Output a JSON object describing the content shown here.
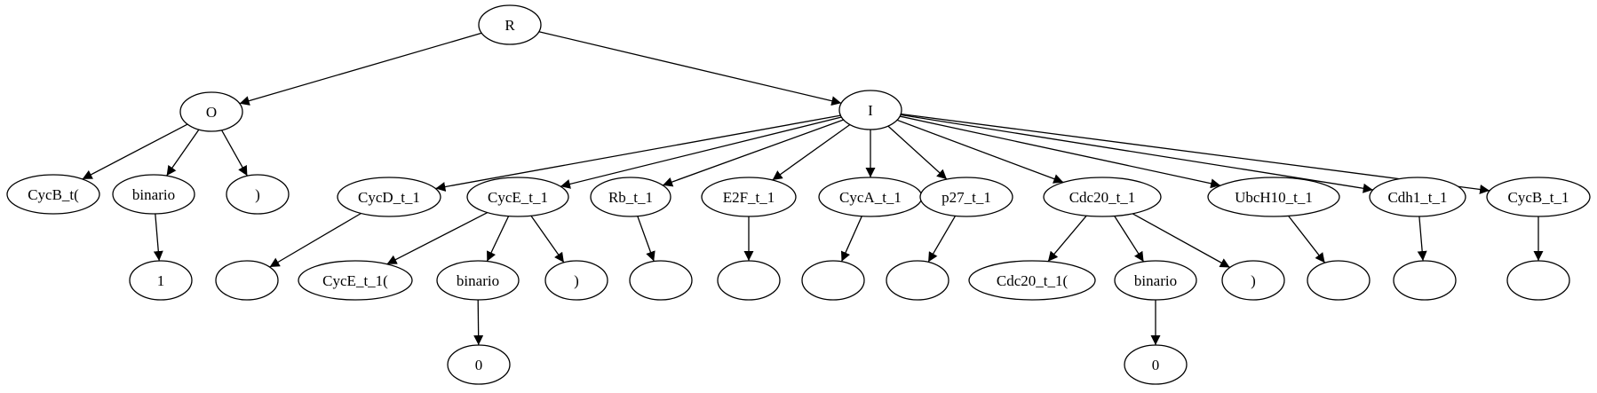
{
  "diagram": {
    "type": "tree",
    "nodes": [
      {
        "id": "R",
        "label": "R"
      },
      {
        "id": "O",
        "label": "O"
      },
      {
        "id": "I",
        "label": "I"
      },
      {
        "id": "O_cycb",
        "label": "CycB_t("
      },
      {
        "id": "O_bin",
        "label": "binario"
      },
      {
        "id": "O_paren",
        "label": ")"
      },
      {
        "id": "O_one",
        "label": "1"
      },
      {
        "id": "I_cycd",
        "label": "CycD_t_1"
      },
      {
        "id": "I_cyce",
        "label": "CycE_t_1"
      },
      {
        "id": "I_rb",
        "label": "Rb_t_1"
      },
      {
        "id": "I_e2f",
        "label": "E2F_t_1"
      },
      {
        "id": "I_cyca",
        "label": "CycA_t_1"
      },
      {
        "id": "I_p27",
        "label": "p27_t_1"
      },
      {
        "id": "I_cdc20",
        "label": "Cdc20_t_1"
      },
      {
        "id": "I_ubch10",
        "label": "UbcH10_t_1"
      },
      {
        "id": "I_cdh1",
        "label": "Cdh1_t_1"
      },
      {
        "id": "I_cycb",
        "label": "CycB_t_1"
      },
      {
        "id": "cycd_e",
        "label": ""
      },
      {
        "id": "cyce_open",
        "label": "CycE_t_1("
      },
      {
        "id": "cyce_bin",
        "label": "binario"
      },
      {
        "id": "cyce_paren",
        "label": ")"
      },
      {
        "id": "cyce_zero",
        "label": "0"
      },
      {
        "id": "rb_e",
        "label": ""
      },
      {
        "id": "e2f_e",
        "label": ""
      },
      {
        "id": "cyca_e",
        "label": ""
      },
      {
        "id": "p27_e",
        "label": ""
      },
      {
        "id": "cdc20_open",
        "label": "Cdc20_t_1("
      },
      {
        "id": "cdc20_bin",
        "label": "binario"
      },
      {
        "id": "cdc20_paren",
        "label": ")"
      },
      {
        "id": "cdc20_zero",
        "label": "0"
      },
      {
        "id": "ubch10_e",
        "label": ""
      },
      {
        "id": "cdh1_e",
        "label": ""
      },
      {
        "id": "cycb_e",
        "label": ""
      }
    ],
    "edges": [
      [
        "R",
        "O"
      ],
      [
        "R",
        "I"
      ],
      [
        "O",
        "O_cycb"
      ],
      [
        "O",
        "O_bin"
      ],
      [
        "O",
        "O_paren"
      ],
      [
        "O_bin",
        "O_one"
      ],
      [
        "I",
        "I_cycd"
      ],
      [
        "I",
        "I_cyce"
      ],
      [
        "I",
        "I_rb"
      ],
      [
        "I",
        "I_e2f"
      ],
      [
        "I",
        "I_cyca"
      ],
      [
        "I",
        "I_p27"
      ],
      [
        "I",
        "I_cdc20"
      ],
      [
        "I",
        "I_ubch10"
      ],
      [
        "I",
        "I_cdh1"
      ],
      [
        "I",
        "I_cycb"
      ],
      [
        "I_cycd",
        "cycd_e"
      ],
      [
        "I_cyce",
        "cyce_open"
      ],
      [
        "I_cyce",
        "cyce_bin"
      ],
      [
        "I_cyce",
        "cyce_paren"
      ],
      [
        "cyce_bin",
        "cyce_zero"
      ],
      [
        "I_rb",
        "rb_e"
      ],
      [
        "I_e2f",
        "e2f_e"
      ],
      [
        "I_cyca",
        "cyca_e"
      ],
      [
        "I_p27",
        "p27_e"
      ],
      [
        "I_cdc20",
        "cdc20_open"
      ],
      [
        "I_cdc20",
        "cdc20_bin"
      ],
      [
        "I_cdc20",
        "cdc20_paren"
      ],
      [
        "cdc20_bin",
        "cdc20_zero"
      ],
      [
        "I_ubch10",
        "ubch10_e"
      ],
      [
        "I_cdh1",
        "cdh1_e"
      ],
      [
        "I_cycb",
        "cycb_e"
      ]
    ]
  }
}
